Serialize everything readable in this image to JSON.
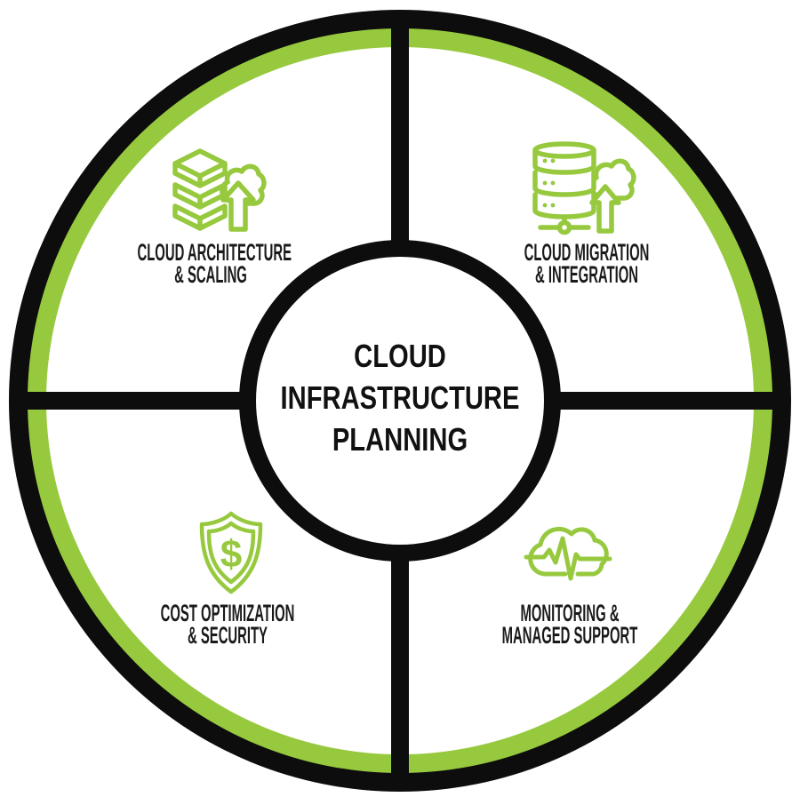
{
  "diagram": {
    "center": {
      "title_lines": [
        "CLOUD",
        "INFRASTRUCTURE",
        "PLANNING"
      ]
    },
    "quadrants": [
      {
        "position": "top-left",
        "icon": "server-stack-cloud-upload-icon",
        "label_lines": [
          "CLOUD ARCHITECTURE",
          "& SCALING"
        ]
      },
      {
        "position": "top-right",
        "icon": "database-cloud-upload-icon",
        "label_lines": [
          "CLOUD MIGRATION",
          "& INTEGRATION"
        ]
      },
      {
        "position": "bottom-left",
        "icon": "shield-dollar-icon",
        "label_lines": [
          "COST OPTIMIZATION",
          "& SECURITY"
        ]
      },
      {
        "position": "bottom-right",
        "icon": "cloud-pulse-icon",
        "label_lines": [
          "MONITORING &",
          "MANAGED SUPPORT"
        ]
      }
    ],
    "glyphs": {
      "dollar": "$"
    },
    "colors": {
      "accent_green": "#97C93E",
      "ink_black": "#0D0D0D",
      "text_black": "#1A1A1A",
      "background": "#FFFFFF"
    }
  }
}
